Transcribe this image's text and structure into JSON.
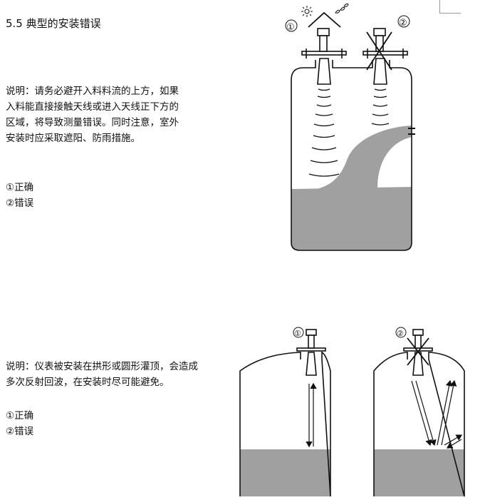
{
  "section_title": "5.5 典型的安装错误",
  "block1": {
    "description": [
      "说明：请务必避开入料料流的上方，如果",
      "入料能直接接触天线或进入天线正下方的",
      "区域，将导致测量错误。同时注意，室外",
      "安装时应采取遮阳、防雨措施。"
    ],
    "option_correct": "①正确",
    "option_wrong": "②错误",
    "marker_1": "①",
    "marker_2": "②"
  },
  "block2": {
    "description": [
      "说明：仪表被安装在拱形或圆形灌顶，会造成",
      "多次反射回波，在安装时尽可能避免。"
    ],
    "option_correct": "①正确",
    "option_wrong": "②错误",
    "marker_1": "①",
    "marker_2": "②"
  },
  "colors": {
    "liquid": "#a0a0a0",
    "line": "#111111",
    "corner_mark": "#9a9a9a"
  }
}
